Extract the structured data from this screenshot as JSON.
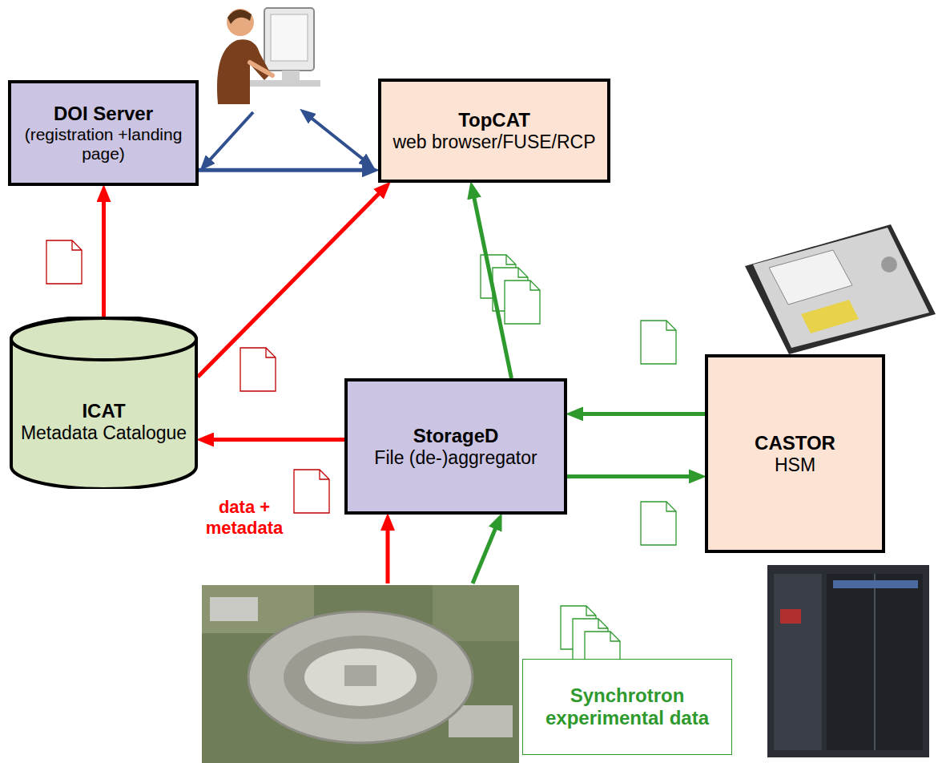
{
  "diagram": {
    "nodes": [
      {
        "text": [
          "DOI Server",
          "(registration +landing page)"
        ]
      },
      {
        "text": [
          "TopCAT",
          "web browser/FUSE/RCP"
        ]
      },
      {
        "text": [
          "ICAT",
          "Metadata Catalogue"
        ]
      },
      {
        "text": [
          "StorageD",
          "File (de-)aggregator"
        ]
      },
      {
        "text": [
          "CASTOR",
          "HSM"
        ]
      },
      {
        "text": [
          "Synchrotron experimental data"
        ]
      }
    ],
    "edges": [
      {
        "from": 0,
        "to": 1,
        "arrow": "to"
      },
      {
        "from": 2,
        "to": 0,
        "arrow": "to"
      },
      {
        "from": 2,
        "to": 1,
        "arrow": "to"
      },
      {
        "from": 3,
        "to": 2,
        "arrow": "to"
      },
      {
        "from": 3,
        "to": 1,
        "arrow": "to"
      },
      {
        "from": 4,
        "to": 3,
        "arrow": "to"
      },
      {
        "from": 3,
        "to": 4,
        "arrow": "to"
      }
    ],
    "labels": [
      "data + metadata"
    ]
  }
}
